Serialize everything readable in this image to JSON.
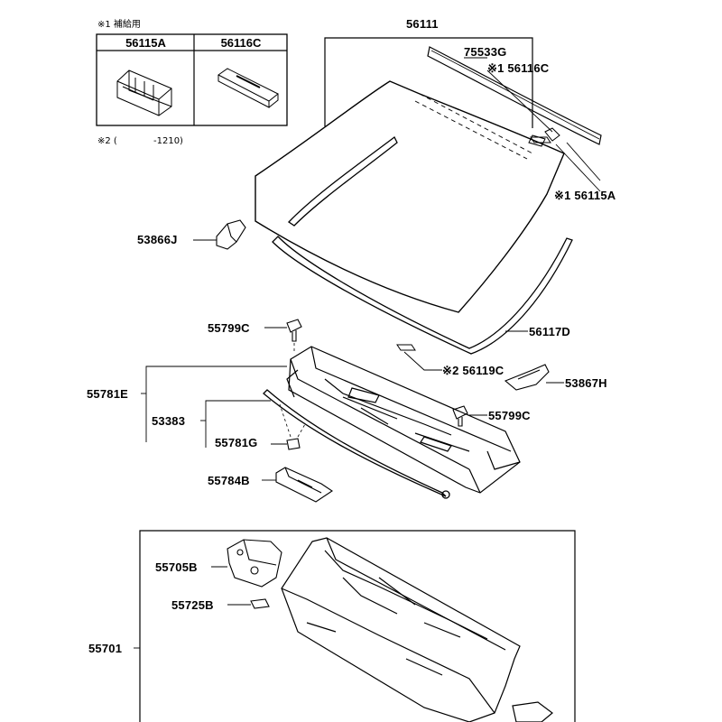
{
  "legend": {
    "note1": "※1 補給用",
    "note2_mark": "※2 (",
    "note2_range": "-1210)",
    "col1": "56115A",
    "col2": "56116C"
  },
  "labels": {
    "p56111": "56111",
    "p75533G": "75533G",
    "p56116C": "※1 56116C",
    "p56115A": "※1 56115A",
    "p53866J": "53866J",
    "p56117D": "56117D",
    "p55799C_top": "55799C",
    "p56119C": "※2 56119C",
    "p53867H": "53867H",
    "p55781E": "55781E",
    "p53383": "53383",
    "p55799C_right": "55799C",
    "p55781G": "55781G",
    "p55784B": "55784B",
    "p55705B": "55705B",
    "p55725B": "55725B",
    "p55701": "55701"
  }
}
